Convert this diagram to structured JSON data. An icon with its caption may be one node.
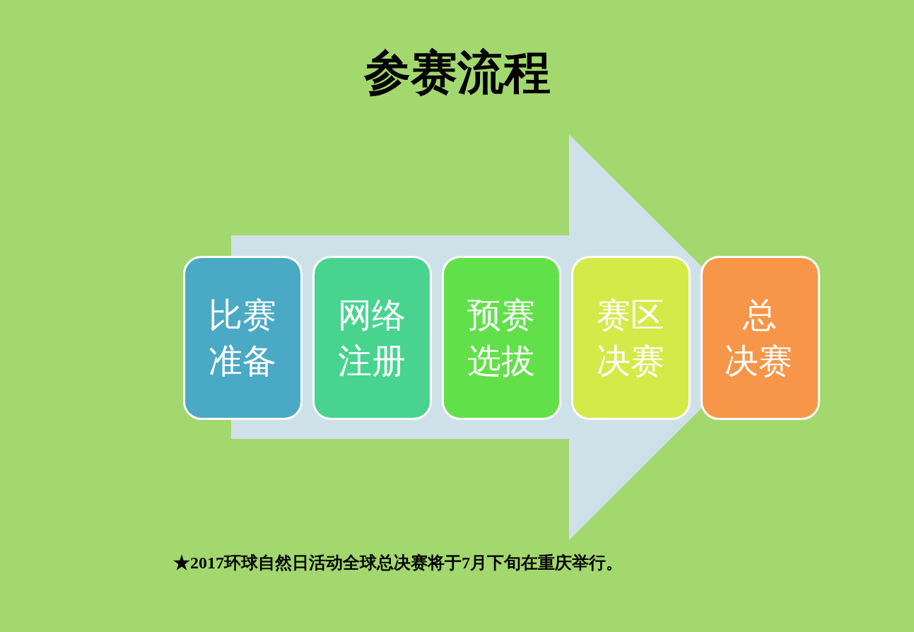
{
  "diagram": {
    "title": "参赛流程",
    "nodes": [
      {
        "text": [
          "比赛准备"
        ]
      },
      {
        "text": [
          "网络注册"
        ]
      },
      {
        "text": [
          "预赛选拔"
        ]
      },
      {
        "text": [
          "赛区决赛"
        ]
      },
      {
        "text": [
          "总决赛"
        ]
      }
    ],
    "edges": [
      {
        "from": 0,
        "to": 4,
        "arrow": "to"
      }
    ],
    "labels": [
      "★2017环球自然日活动全球总决赛将于7月下旬在重庆举行。"
    ]
  }
}
